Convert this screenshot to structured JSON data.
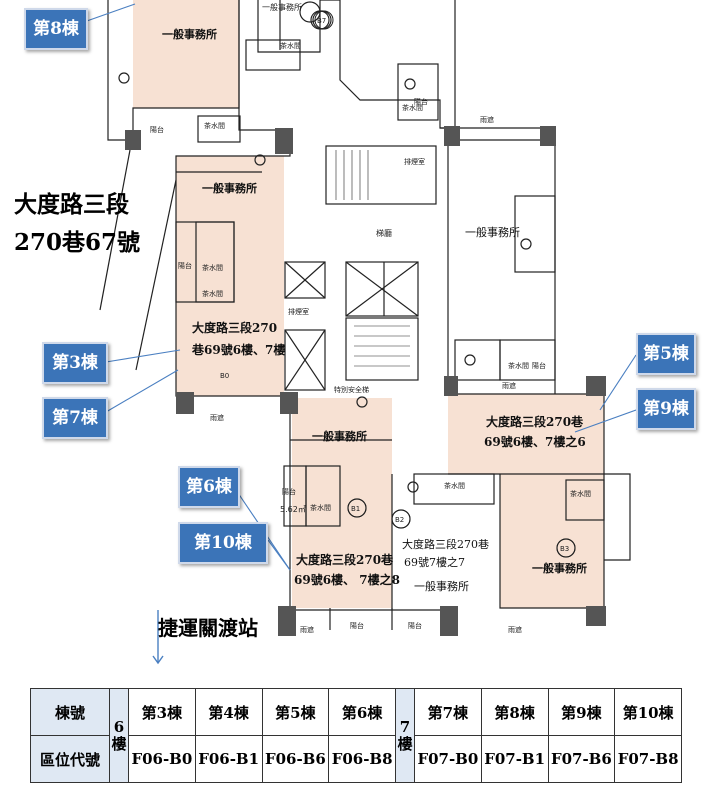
{
  "street_label": [
    "大度路三段",
    "270巷67號"
  ],
  "building_tags": {
    "b8": "第8棟",
    "b3": "第3棟",
    "b7": "第7棟",
    "b5": "第5棟",
    "b9": "第9棟",
    "b6": "第6棟",
    "b10": "第10棟"
  },
  "units": {
    "general_office": "一般事務所",
    "general_office_alt": "一般事務所",
    "tea_room": "茶水間",
    "balcony": "陽台",
    "rain_shelter": "雨遮",
    "stair_hall": "梯廳",
    "smoke_room": "排煙室",
    "safety_stair": "特別安全梯",
    "balcony_area": "5.62㎡"
  },
  "unit_codes": {
    "b7": "B7",
    "b1": "B1",
    "b2": "B2",
    "b3": "B3",
    "b0": "B0"
  },
  "address_labels": {
    "left": [
      "大度路三段270",
      "巷69號6樓、7樓"
    ],
    "right": [
      "大度路三段270巷",
      "69號6樓、7樓之6"
    ],
    "center_bottom": [
      "大度路三段270巷",
      "69號6樓、 7樓之8"
    ],
    "plain_bottom": [
      "大度路三段270巷",
      "69號7樓之7"
    ]
  },
  "station_label": "捷運關渡站",
  "legend": {
    "row1_head": "棟號",
    "row2_head": "區位代號",
    "floor6": [
      "6",
      "樓"
    ],
    "floor7": [
      "7",
      "樓"
    ],
    "floor6_buildings": [
      "第3棟",
      "第4棟",
      "第5棟",
      "第6棟"
    ],
    "floor6_codes": [
      "F06-B0",
      "F06-B1",
      "F06-B6",
      "F06-B8"
    ],
    "floor7_buildings": [
      "第7棟",
      "第8棟",
      "第9棟",
      "第10棟"
    ],
    "floor7_codes": [
      "F07-B0",
      "F07-B1",
      "F07-B6",
      "F07-B8"
    ]
  },
  "colors": {
    "highlight": "#f7e1d3",
    "tag_blue": "#3b74b8",
    "legend_head": "#dfe8f3"
  }
}
